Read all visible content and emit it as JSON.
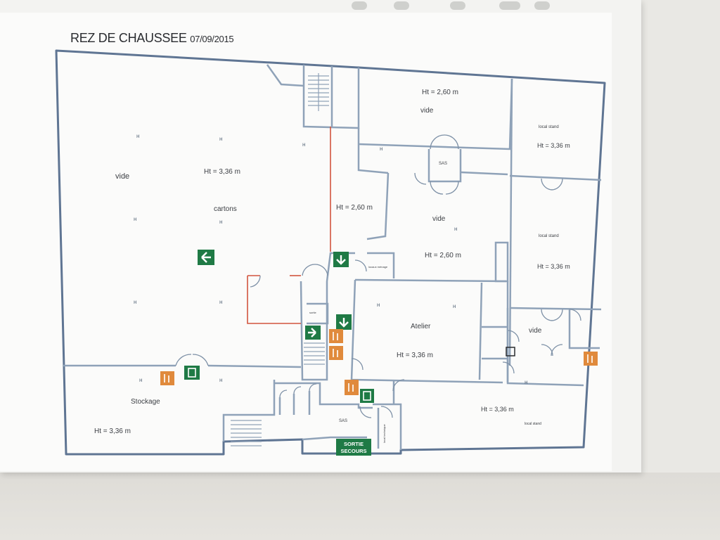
{
  "title": "REZ DE CHAUSSEE",
  "date": "07/09/2015",
  "rooms": {
    "west_vide": "vide",
    "main_height": "Ht = 3,36 m",
    "cartons": "cartons",
    "top_height": "Ht = 2,60 m",
    "top_vide": "vide",
    "sas_upper": "SAS",
    "local_stand_1": "local stand",
    "local_stand_1_height": "Ht = 3,36 m",
    "corridor_height": "Ht = 2,60 m",
    "mid_vide": "vide",
    "mid_height": "Ht = 2,60 m",
    "local_stand_2": "local stand",
    "local_stand_2_height": "Ht = 3,36 m",
    "atelier": "Atelier",
    "atelier_height": "Ht = 3,36 m",
    "east_vide": "vide",
    "stockage": "Stockage",
    "stockage_height": "Ht = 3,36 m",
    "sas_lower": "SAS",
    "south_height": "Ht = 3,36 m",
    "local_stand_3": "local stand",
    "small_room_1": "locaux ménage",
    "small_room_2": "sortie",
    "small_room_3": "local technique"
  },
  "exit_sign": {
    "line1": "SORTIE",
    "line2": "SECOURS"
  },
  "colors": {
    "wall": "#7d90a6",
    "exit_green": "#1f7a45",
    "fire_orange": "#e08a3c",
    "red_line": "#d2553e"
  },
  "icons": [
    "arrow-left-icon",
    "arrow-down-icon",
    "arrow-right-icon",
    "emergency-exit-icon",
    "fire-extinguisher-icon"
  ]
}
